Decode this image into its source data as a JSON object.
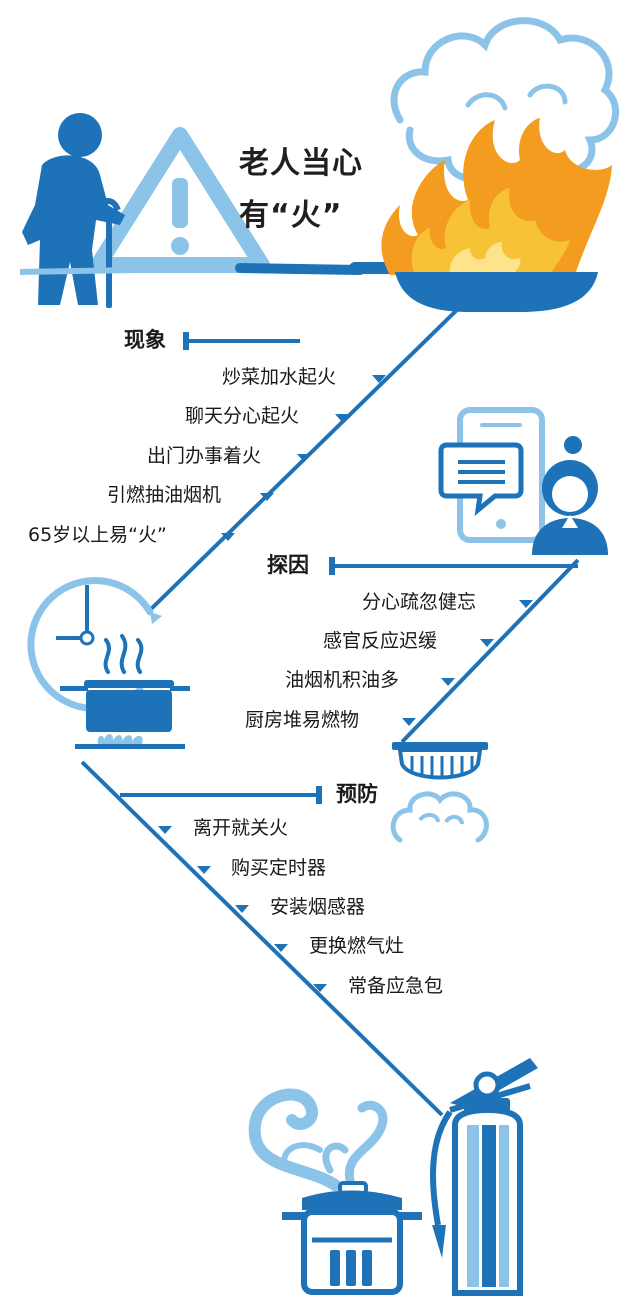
{
  "title": {
    "line1": "老人当心",
    "line2": "有“火”"
  },
  "sections": [
    {
      "heading": "现象",
      "items": [
        "炒菜加水起火",
        "聊天分心起火",
        "出门办事着火",
        "引燃抽油烟机",
        "65岁以上易“火”"
      ]
    },
    {
      "heading": "探因",
      "items": [
        "分心疏忽健忘",
        "感官反应迟缓",
        "油烟机积油多",
        "厨房堆易燃物"
      ]
    },
    {
      "heading": "预防",
      "items": [
        "离开就关火",
        "购买定时器",
        "安装烟感器",
        "更换燃气灶",
        "常备应急包"
      ]
    }
  ],
  "colors": {
    "blue": "#1d72b8",
    "light_blue": "#8cc3e8",
    "pale_blue": "#bfe0f6",
    "flame_orange": "#f39c1f",
    "flame_yellow": "#f7c235",
    "text": "#1a1a1a"
  },
  "icons": [
    "elderly-person-with-cane-icon",
    "warning-triangle-icon",
    "frying-pan-fire-icon",
    "smoke-cloud-icon",
    "smartphone-chat-icon",
    "woman-avatar-icon",
    "clock-icon",
    "pot-on-stove-icon",
    "smoke-detector-icon",
    "fire-extinguisher-icon",
    "pressure-cooker-icon"
  ]
}
